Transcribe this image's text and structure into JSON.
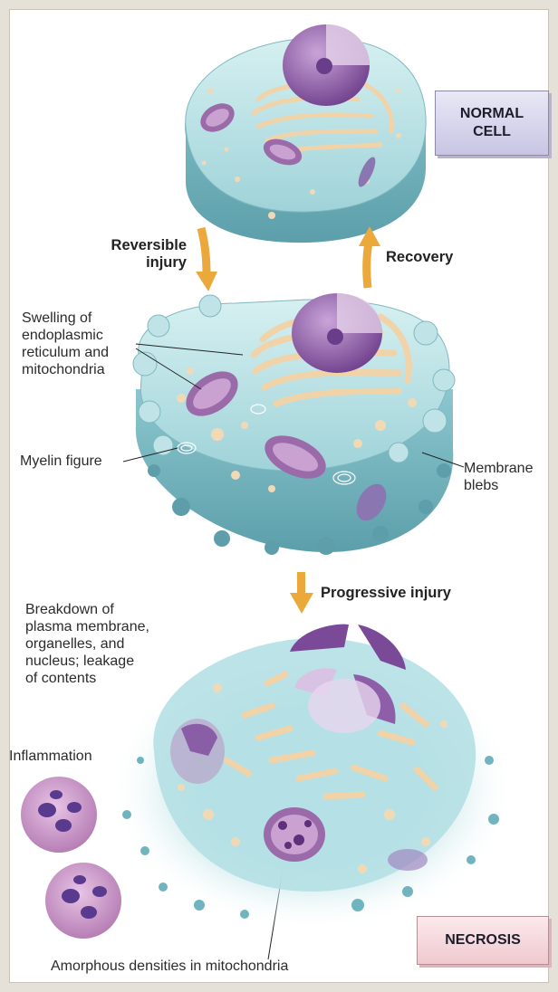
{
  "labels": {
    "normal_cell": "NORMAL\nCELL",
    "reversible_injury": "Reversible\ninjury",
    "recovery": "Recovery",
    "swelling": "Swelling of\nendoplasmic\nreticulum and\nmitochondria",
    "myelin_figure": "Myelin figure",
    "membrane_blebs": "Membrane\nblebs",
    "progressive_injury": "Progressive injury",
    "breakdown": "Breakdown of\nplasma membrane,\norganelles, and\nnucleus; leakage\nof contents",
    "inflammation": "Inflammation",
    "necrosis": "NECROSIS",
    "amorphous": "Amorphous densities in mitochondria"
  },
  "colors": {
    "cytoplasm": "#a9dbe0",
    "cytoplasm_dark": "#6fb4bf",
    "nucleus": "#8a5ea6",
    "er": "#f3dcbb",
    "mitochondria": "#9b6aa8",
    "arrow": "#eaa93a"
  }
}
